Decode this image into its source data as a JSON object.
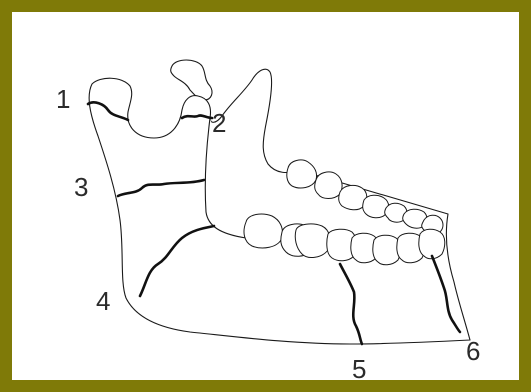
{
  "frame": {
    "border_color": "#7f7a08",
    "background": "#ffffff"
  },
  "labels": [
    "1",
    "2",
    "3",
    "4",
    "5",
    "6"
  ]
}
